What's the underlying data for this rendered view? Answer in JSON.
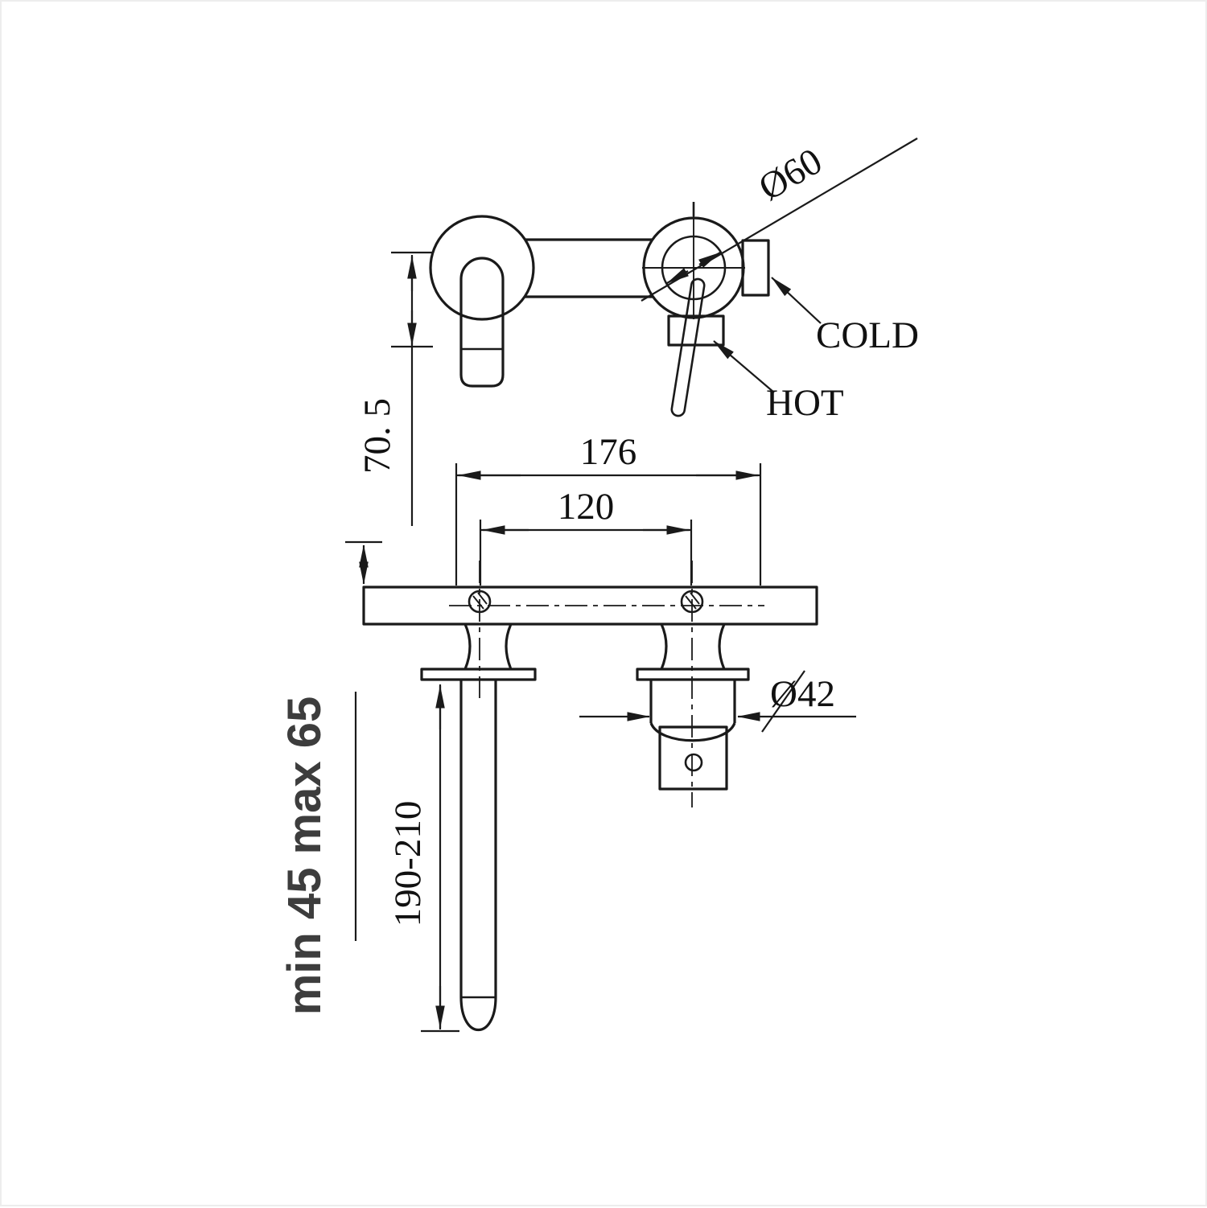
{
  "colors": {
    "background": "#ffffff",
    "line": "#1a1a1a",
    "bold_label": "#3d3d3d"
  },
  "drawing": {
    "labels": {
      "cold": "COLD",
      "hot": "HOT"
    },
    "dimensions": {
      "handle_diameter": "Ø60",
      "height_offset": "70. 5",
      "overall_width": "176",
      "centres_width": "120",
      "spout_diameter": "Ø42",
      "wall_depth_range": "min 45 max 65",
      "spout_reach_range": "190-210"
    }
  }
}
